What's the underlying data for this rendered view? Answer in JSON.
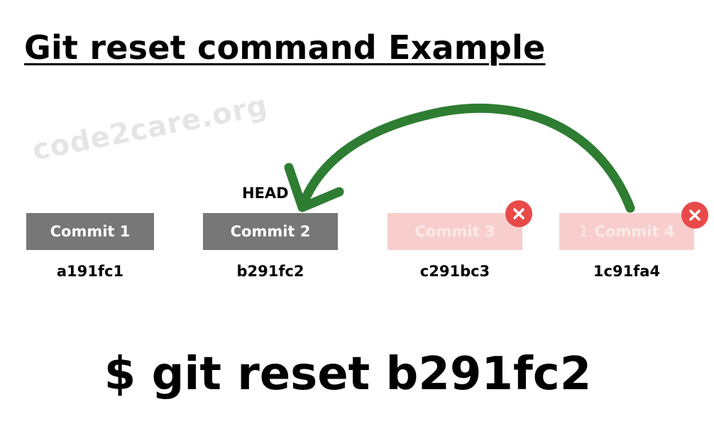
{
  "title": "Git reset command Example",
  "watermark": "code2care.org",
  "head_label": "HEAD",
  "commits": [
    {
      "label": "Commit 1",
      "hash": "a191fc1",
      "state": "kept"
    },
    {
      "label": "Commit 2",
      "hash": "b291fc2",
      "state": "kept"
    },
    {
      "label": "Commit 3",
      "hash": "c291bc3",
      "state": "removed"
    },
    {
      "label": "Commit 4",
      "prefix": "1.",
      "hash": "1c91fa4",
      "state": "removed"
    }
  ],
  "command": "$ git reset b291fc2",
  "colors": {
    "kept_box": "#777777",
    "removed_box": "#f8cecc",
    "arrow": "#2e7d32",
    "x_badge": "#e84a4a"
  },
  "icons": {
    "removed_marker": "close-circle-icon",
    "reset_arrow": "curved-arrow-icon"
  }
}
